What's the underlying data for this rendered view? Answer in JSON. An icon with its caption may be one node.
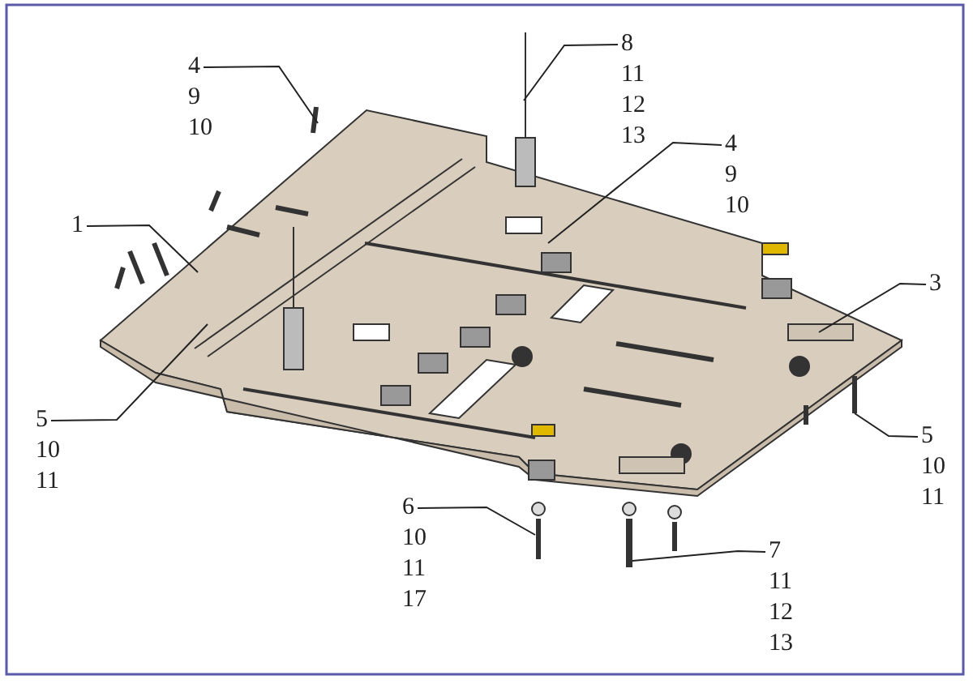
{
  "diagram": {
    "nodes": [
      {
        "text": [
          "4",
          "9",
          "10"
        ]
      },
      {
        "text": [
          "8",
          "11",
          "12",
          "13"
        ]
      },
      {
        "text": [
          "1"
        ]
      },
      {
        "text": [
          "4",
          "9",
          "10"
        ]
      },
      {
        "text": [
          "3"
        ]
      },
      {
        "text": [
          "5",
          "10",
          "11"
        ]
      },
      {
        "text": [
          "5",
          "10",
          "11"
        ]
      },
      {
        "text": [
          "6",
          "10",
          "11",
          "17"
        ]
      },
      {
        "text": [
          "7",
          "11",
          "12",
          "13"
        ]
      }
    ],
    "edges": [
      {
        "from": 0,
        "to": null,
        "arrow": "none"
      },
      {
        "from": 1,
        "to": null,
        "arrow": "none"
      },
      {
        "from": 2,
        "to": null,
        "arrow": "none"
      },
      {
        "from": 3,
        "to": null,
        "arrow": "none"
      },
      {
        "from": 4,
        "to": null,
        "arrow": "none"
      },
      {
        "from": 5,
        "to": null,
        "arrow": "none"
      },
      {
        "from": 6,
        "to": null,
        "arrow": "none"
      },
      {
        "from": 7,
        "to": null,
        "arrow": "none"
      },
      {
        "from": 8,
        "to": null,
        "arrow": "none"
      }
    ]
  }
}
